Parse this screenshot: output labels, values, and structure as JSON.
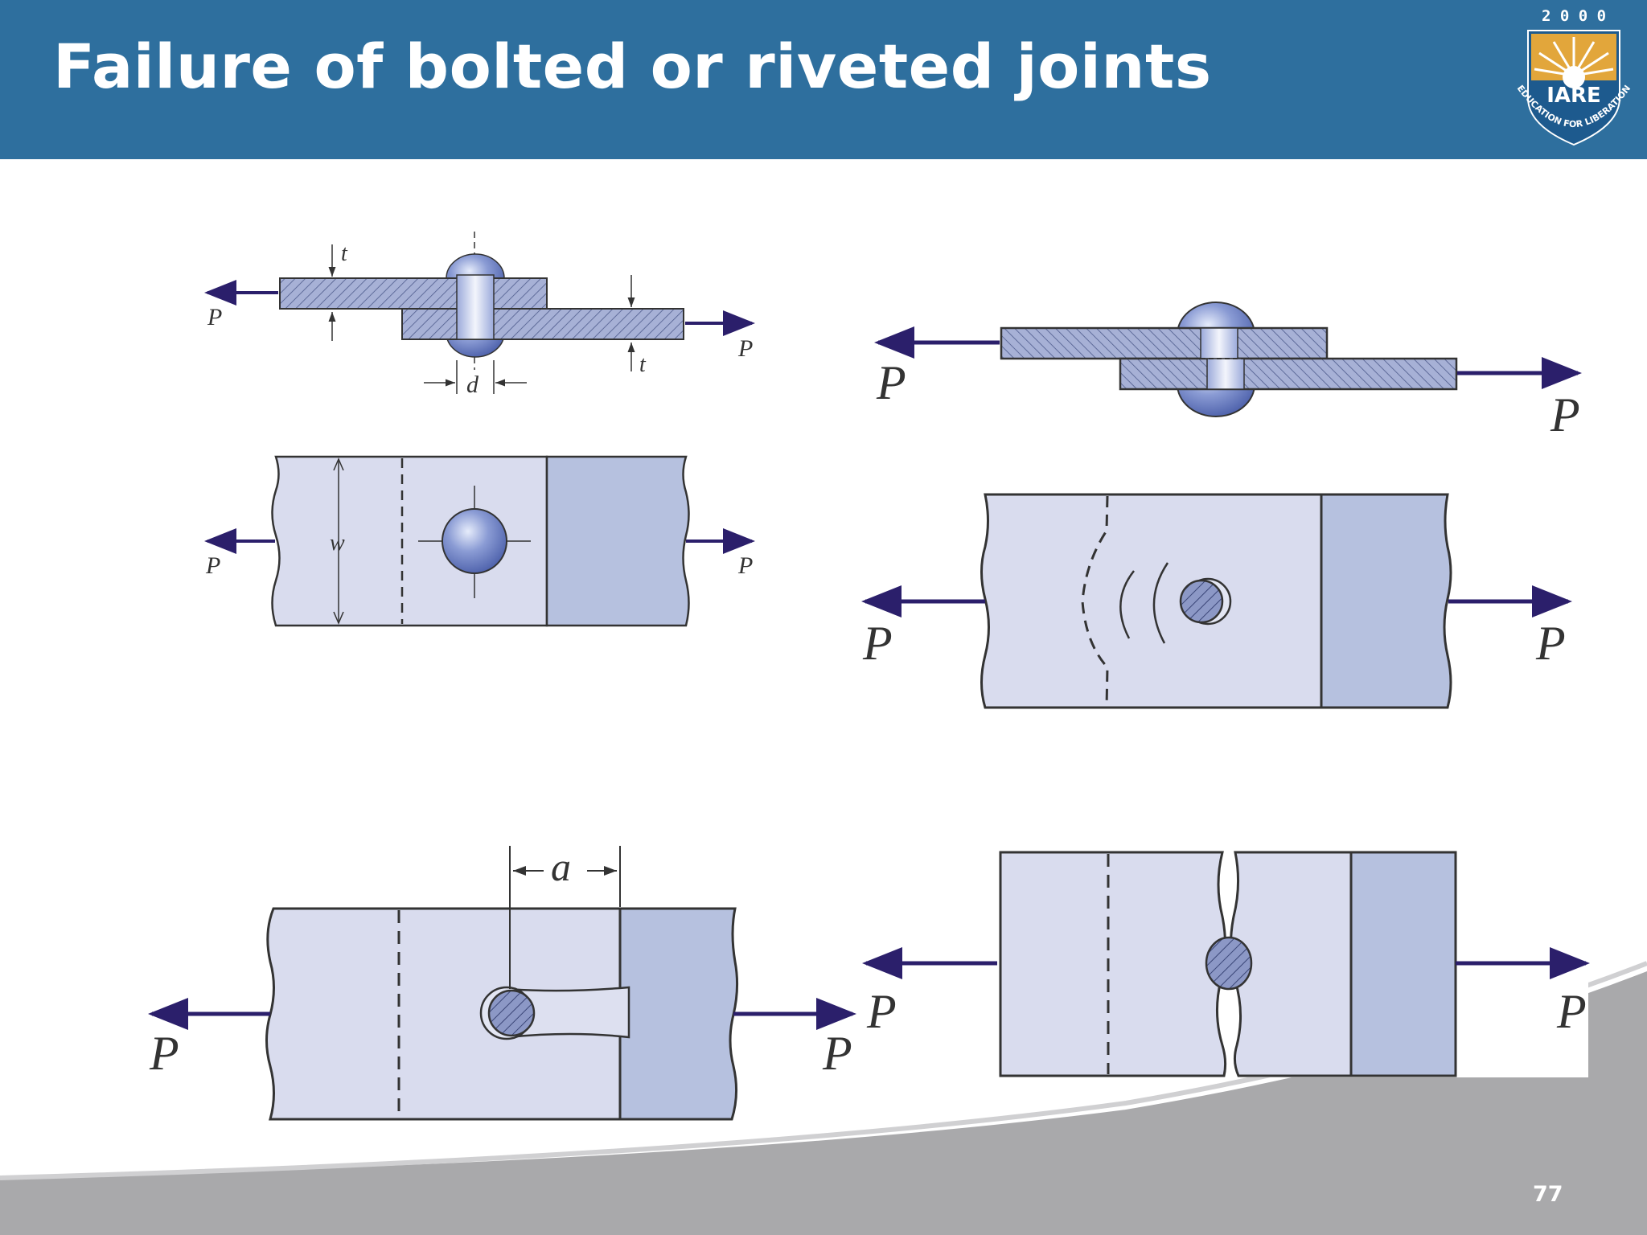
{
  "slide": {
    "title": "Failure of bolted or riveted joints",
    "page_number": "77"
  },
  "logo": {
    "year": "2 0 0 0",
    "name": "IARE",
    "motto": "EDUCATION FOR LIBERATION"
  },
  "colors": {
    "header": "#2e6f9e",
    "plate": "#d9dcee",
    "plate_dark": "#b6c1df",
    "hatch_fill": "#a7b1d6",
    "rivet": "#6f82c4",
    "arrow": "#2b1f6b",
    "footer_gray": "#a9a9ab"
  },
  "figures": {
    "lap_joint": {
      "load": "P",
      "thickness": "t",
      "diameter": "d",
      "width": "w"
    },
    "shear_failure": {
      "load": "P"
    },
    "tension_failure": {
      "load": "P"
    },
    "crushing_failure": {
      "load": "P"
    },
    "tearout_failure": {
      "load": "P",
      "edge_distance": "a"
    }
  }
}
